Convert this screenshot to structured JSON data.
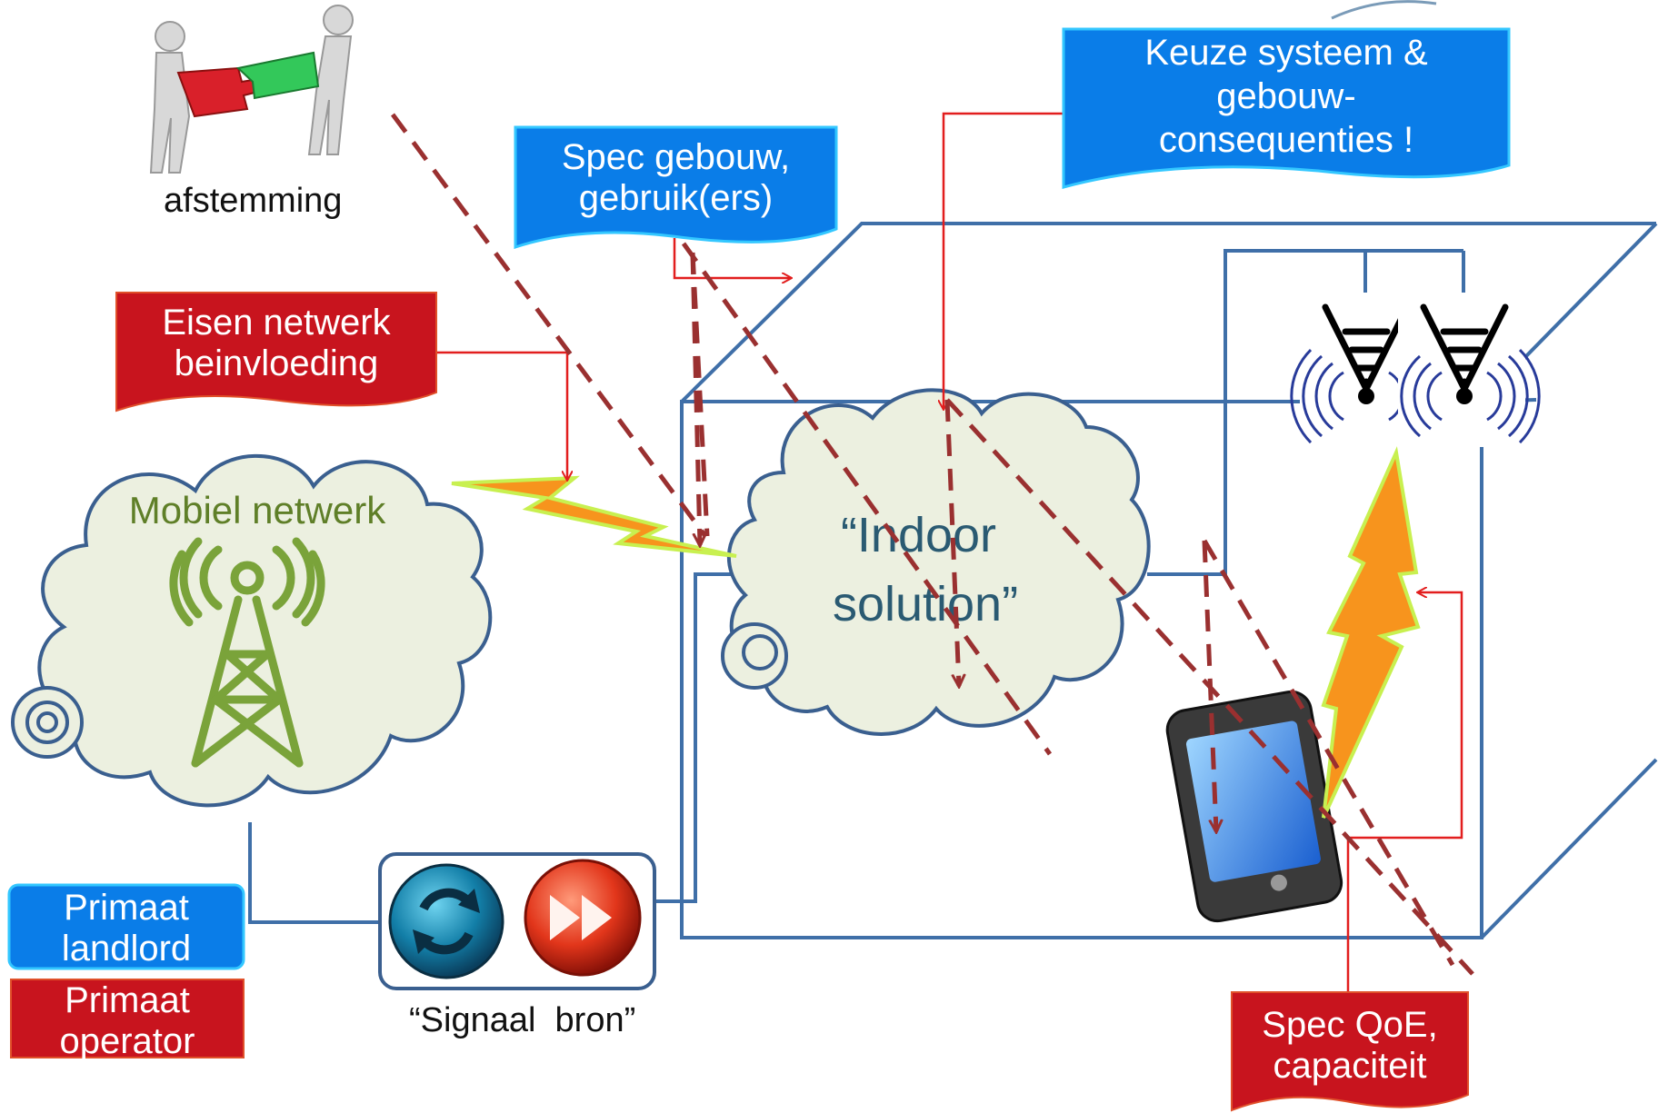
{
  "labels": {
    "afstemming": "afstemming",
    "eisen_netwerk": "Eisen netwerk\nbeinvloeding",
    "spec_gebouw": "Spec gebouw,\ngebruik(ers)",
    "keuze_systeem": "Keuze systeem &\ngebouw-\nconsequenties !",
    "mobiel_netwerk": "Mobiel netwerk",
    "indoor_solution": "“Indoor\nsolution”",
    "primaat_landlord": "Primaat\nlandlord",
    "primaat_operator": "Primaat\noperator",
    "signaal_bron": "“Signaal  bron”",
    "spec_qoe": "Spec QoE,\ncapaciteit"
  },
  "colors": {
    "blue_label": "#0a7de8",
    "red_label": "#c8141e",
    "building_line": "#3f6fa8",
    "cloud_fill": "#ecf0e0",
    "cloud_stroke": "#3a5f8f",
    "dashed_arrow": "#9a3030",
    "red_connector": "#e21e1e",
    "tower_green": "#7aa33a",
    "mobiel_text": "#5f7f28",
    "indoor_text": "#2a5a72"
  },
  "icons": [
    "puzzle-people-icon",
    "cell-tower-icon",
    "antenna-icon",
    "smartphone-icon",
    "refresh-icon",
    "fast-forward-icon",
    "lightning-bolt-icon"
  ]
}
